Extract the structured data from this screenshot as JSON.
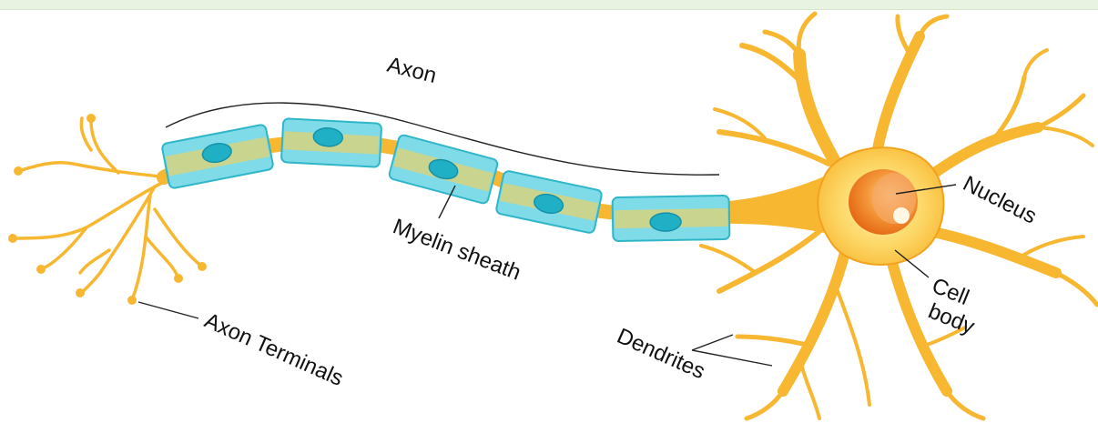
{
  "colors": {
    "neuron": "#f7b731",
    "neuron_light": "#fde58a",
    "myelin": "#7fdbe8",
    "myelin_edge": "#2fb6c9",
    "axon_core": "#c9d48e",
    "nucleus": "#e8690f",
    "label": "#111111"
  },
  "labels": {
    "axon": "Axon",
    "myelin_sheath": "Myelin sheath",
    "axon_terminals": "Axon Terminals",
    "dendrites": "Dendrites",
    "nucleus": "Nucleus",
    "cell_body_line1": "Cell",
    "cell_body_line2": "body"
  }
}
